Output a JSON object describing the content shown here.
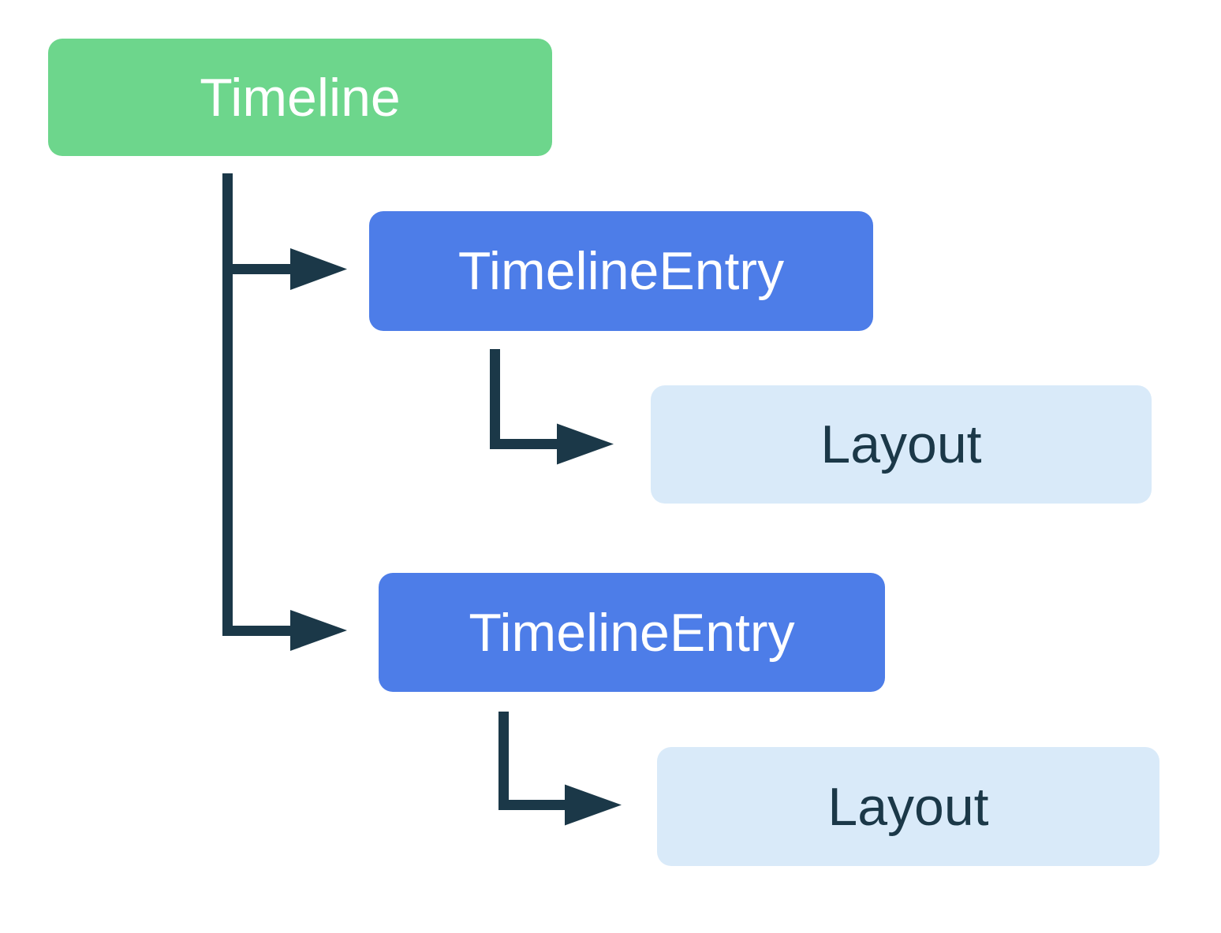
{
  "diagram": {
    "nodes": [
      {
        "id": "timeline",
        "label": "Timeline",
        "type": "root"
      },
      {
        "id": "entry1",
        "label": "TimelineEntry",
        "type": "entry"
      },
      {
        "id": "layout1",
        "label": "Layout",
        "type": "layout"
      },
      {
        "id": "entry2",
        "label": "TimelineEntry",
        "type": "entry"
      },
      {
        "id": "layout2",
        "label": "Layout",
        "type": "layout"
      }
    ],
    "edges": [
      {
        "from": "timeline",
        "to": "entry1"
      },
      {
        "from": "timeline",
        "to": "entry2"
      },
      {
        "from": "entry1",
        "to": "layout1"
      },
      {
        "from": "entry2",
        "to": "layout2"
      }
    ],
    "colors": {
      "root_bg": "#6DD68C",
      "root_text": "#FFFFFF",
      "entry_bg": "#4D7DE8",
      "entry_text": "#FFFFFF",
      "layout_bg": "#D9EAF9",
      "layout_text": "#1B3848",
      "connector": "#1B3848",
      "background": "#FFFFFF"
    }
  }
}
